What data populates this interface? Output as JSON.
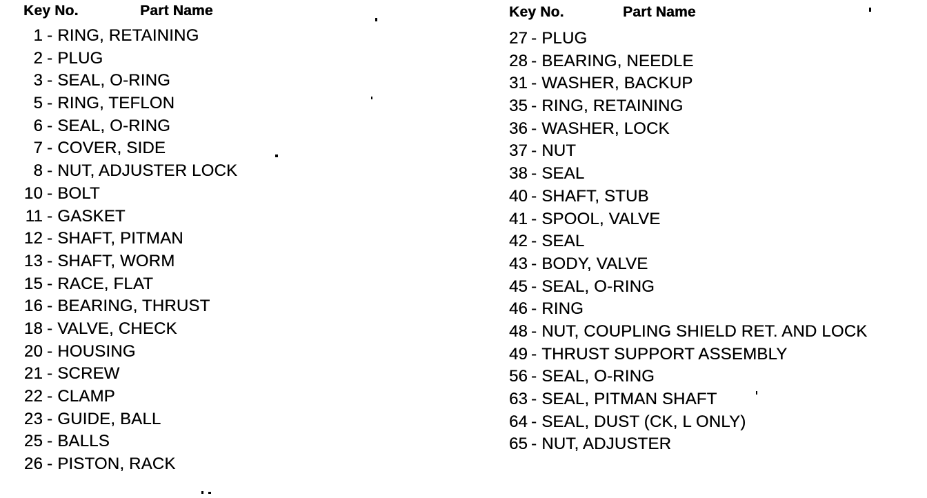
{
  "page": {
    "background_color": "#ffffff",
    "text_color": "#000000"
  },
  "list_separator": "-",
  "columns": [
    {
      "header": {
        "key_label": "Key No.",
        "name_label": "Part Name"
      },
      "rows": [
        {
          "key": "1",
          "name": "RING, RETAINING"
        },
        {
          "key": "2",
          "name": "PLUG"
        },
        {
          "key": "3",
          "name": "SEAL, O-RING"
        },
        {
          "key": "5",
          "name": "RING, TEFLON"
        },
        {
          "key": "6",
          "name": "SEAL, O-RING"
        },
        {
          "key": "7",
          "name": "COVER, SIDE"
        },
        {
          "key": "8",
          "name": "NUT, ADJUSTER LOCK"
        },
        {
          "key": "10",
          "name": "BOLT"
        },
        {
          "key": "11",
          "name": "GASKET"
        },
        {
          "key": "12",
          "name": "SHAFT, PITMAN"
        },
        {
          "key": "13",
          "name": "SHAFT, WORM"
        },
        {
          "key": "15",
          "name": "RACE, FLAT"
        },
        {
          "key": "16",
          "name": "BEARING, THRUST"
        },
        {
          "key": "18",
          "name": "VALVE, CHECK"
        },
        {
          "key": "20",
          "name": "HOUSING"
        },
        {
          "key": "21",
          "name": "SCREW"
        },
        {
          "key": "22",
          "name": "CLAMP"
        },
        {
          "key": "23",
          "name": "GUIDE, BALL"
        },
        {
          "key": "25",
          "name": "BALLS"
        },
        {
          "key": "26",
          "name": "PISTON, RACK"
        }
      ]
    },
    {
      "header": {
        "key_label": "Key No.",
        "name_label": "Part Name"
      },
      "rows": [
        {
          "key": "27",
          "name": "PLUG"
        },
        {
          "key": "28",
          "name": "BEARING, NEEDLE"
        },
        {
          "key": "31",
          "name": "WASHER, BACKUP"
        },
        {
          "key": "35",
          "name": "RING, RETAINING"
        },
        {
          "key": "36",
          "name": "WASHER, LOCK"
        },
        {
          "key": "37",
          "name": "NUT"
        },
        {
          "key": "38",
          "name": "SEAL"
        },
        {
          "key": "40",
          "name": "SHAFT, STUB"
        },
        {
          "key": "41",
          "name": "SPOOL, VALVE"
        },
        {
          "key": "42",
          "name": "SEAL"
        },
        {
          "key": "43",
          "name": "BODY, VALVE"
        },
        {
          "key": "45",
          "name": "SEAL, O-RING"
        },
        {
          "key": "46",
          "name": "RING"
        },
        {
          "key": "48",
          "name": "NUT, COUPLING SHIELD RET. AND LOCK"
        },
        {
          "key": "49",
          "name": "THRUST SUPPORT ASSEMBLY"
        },
        {
          "key": "56",
          "name": "SEAL, O-RING"
        },
        {
          "key": "63",
          "name": "SEAL, PITMAN SHAFT"
        },
        {
          "key": "64",
          "name": "SEAL, DUST (CK, L ONLY)"
        },
        {
          "key": "65",
          "name": "NUT, ADJUSTER"
        }
      ]
    }
  ]
}
